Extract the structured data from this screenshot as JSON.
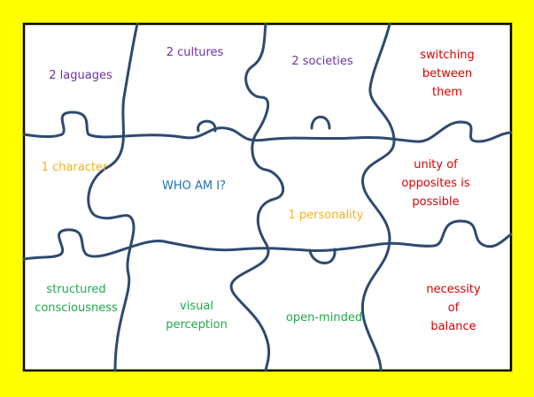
{
  "diagram": {
    "colors": {
      "background": "#FFFF00",
      "board": "#FFFFFF",
      "border": "#000000",
      "piece_lines": "#2E4A70",
      "purple": "#7030A0",
      "red": "#D90000",
      "orange": "#F5B21E",
      "blue": "#1F73B7",
      "green": "#1FAA4B"
    },
    "pieces": {
      "languages": "2 laguages",
      "cultures": "2 cultures",
      "societies": "2 societies",
      "switching": "switching\nbetween\nthem",
      "character": "1 character",
      "who_am_i": "WHO AM I?",
      "personality": "1 personality",
      "unity": "unity of\nopposites is\npossible",
      "structured": "structured\nconsciousness",
      "visual": "visual\nperception",
      "open_minded": "open-minded",
      "balance": "necessity\nof\nbalance"
    }
  }
}
